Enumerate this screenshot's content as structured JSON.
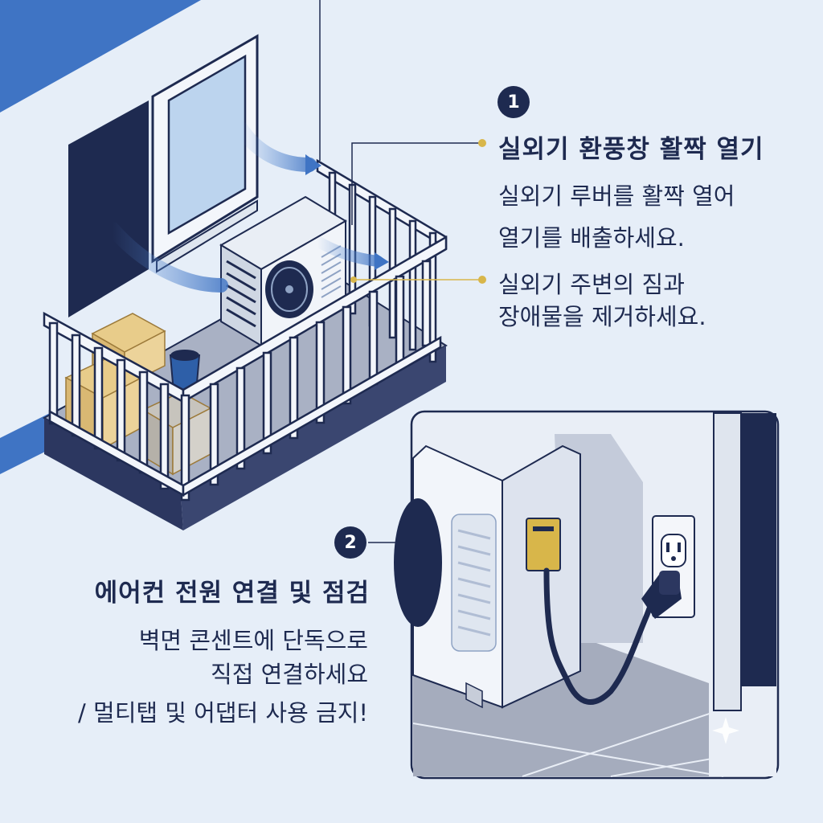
{
  "step1": {
    "number": "1",
    "title": "실외기 환풍창 활짝 열기",
    "line1": "실외기 루버를 활짝 열어",
    "line2": "열기를 배출하세요.",
    "line3": "실외기 주변의 짐과",
    "line4": "장애물을 제거하세요."
  },
  "step2": {
    "number": "2",
    "title": "에어컨 전원 연결 및 점검",
    "line1": "벽면 콘센트에 단독으로",
    "line2": "직접 연결하세요",
    "line3": "/ 멀티탭 및 어댑터 사용 금지!"
  },
  "colors": {
    "navy": "#1e2a50",
    "accent_blue": "#3f74c4",
    "background": "#e6eef8",
    "gold": "#d8b64a"
  }
}
